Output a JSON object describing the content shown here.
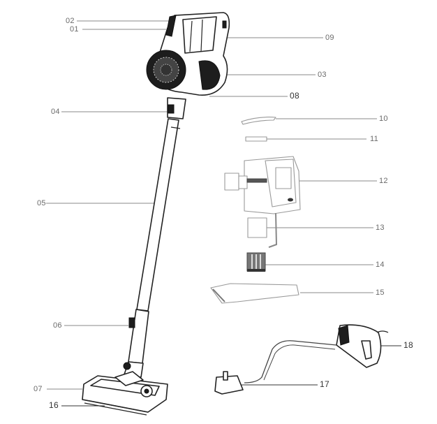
{
  "diagram": {
    "type": "exploded-parts-diagram",
    "subject": "cordless stick vacuum cleaner",
    "callouts": [
      {
        "id": "02",
        "label": "02",
        "side": "left"
      },
      {
        "id": "01",
        "label": "01",
        "side": "left"
      },
      {
        "id": "09",
        "label": "09",
        "side": "right"
      },
      {
        "id": "03",
        "label": "03",
        "side": "right"
      },
      {
        "id": "08",
        "label": "08",
        "side": "right"
      },
      {
        "id": "04",
        "label": "04",
        "side": "left"
      },
      {
        "id": "05",
        "label": "05",
        "side": "left"
      },
      {
        "id": "06",
        "label": "06",
        "side": "left"
      },
      {
        "id": "07",
        "label": "07",
        "side": "left"
      },
      {
        "id": "16",
        "label": "16",
        "side": "left"
      },
      {
        "id": "10",
        "label": "10",
        "side": "right"
      },
      {
        "id": "11",
        "label": "11",
        "side": "right"
      },
      {
        "id": "12",
        "label": "12",
        "side": "right"
      },
      {
        "id": "13",
        "label": "13",
        "side": "right"
      },
      {
        "id": "14",
        "label": "14",
        "side": "right"
      },
      {
        "id": "15",
        "label": "15",
        "side": "right"
      },
      {
        "id": "18",
        "label": "18",
        "side": "right"
      },
      {
        "id": "17",
        "label": "17",
        "side": "right"
      }
    ],
    "parts": {
      "main_unit": "vacuum-main-body-icon",
      "tube": "extension-tube-icon",
      "floor_head": "floor-brush-head-icon",
      "dust_cup_lid": "lid-icon",
      "filter_strip": "filter-strip-icon",
      "handheld_body": "handheld-unit-icon",
      "hepa_filter": "square-filter-icon",
      "cylinder_filter": "cylinder-filter-icon",
      "crevice_tool": "crevice-tool-icon",
      "charger_adapter": "power-adapter-icon",
      "wall_mount": "wall-mount-icon"
    }
  }
}
